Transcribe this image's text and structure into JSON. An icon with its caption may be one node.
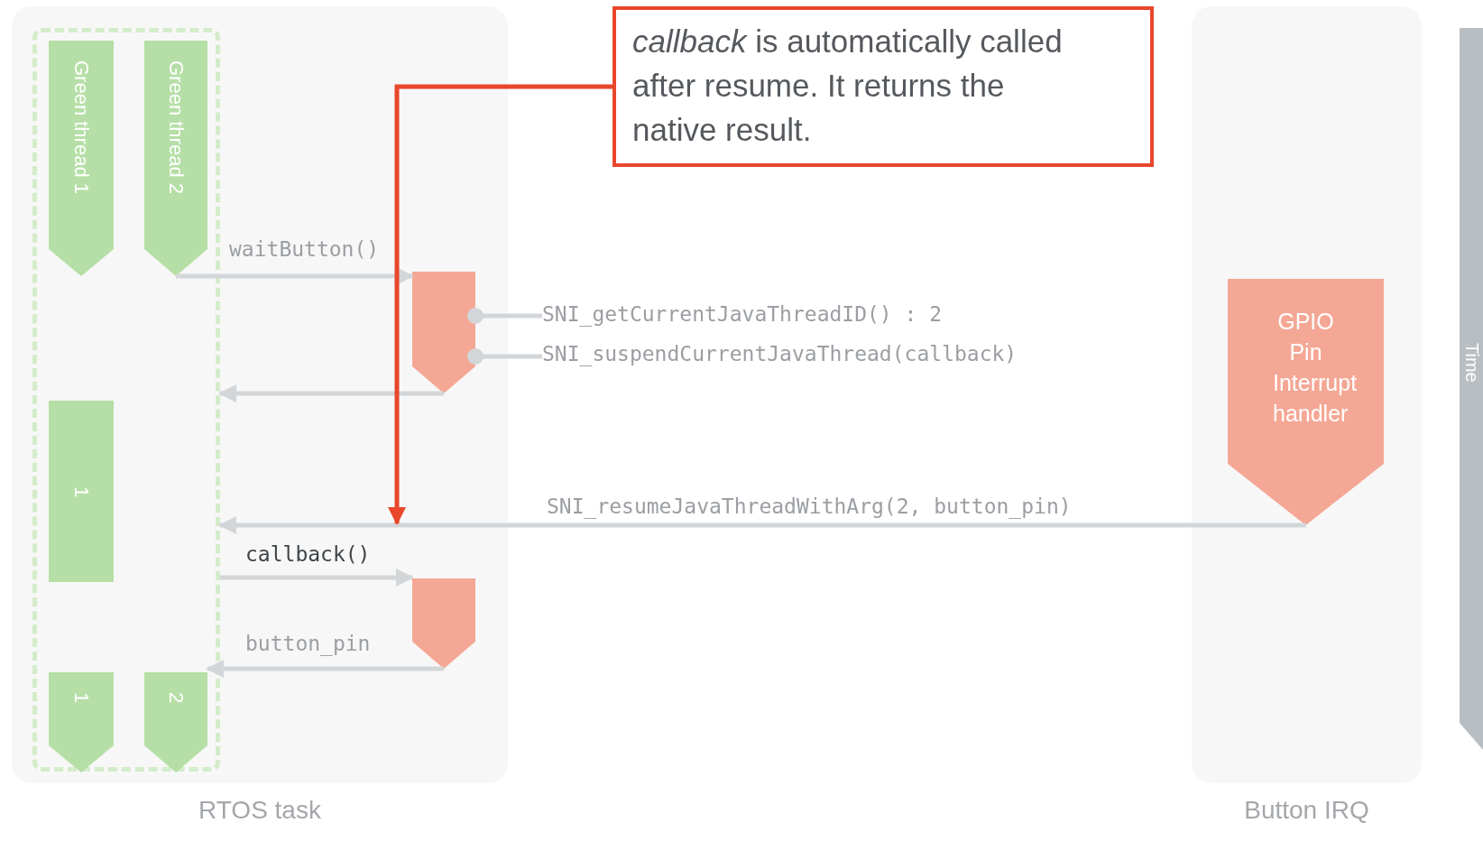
{
  "diagram": {
    "nodes": [
      {
        "text": [
          "RTOS task"
        ]
      },
      {
        "text": [],
        "shape": "box",
        "in": 0
      },
      {
        "text": [
          "Green thread 1"
        ],
        "in": 1
      },
      {
        "text": [
          "Green thread 2"
        ],
        "in": 1
      },
      {
        "text": [
          "1"
        ],
        "in": 1
      },
      {
        "text": [
          "1"
        ],
        "in": 1
      },
      {
        "text": [
          "2"
        ],
        "in": 1
      },
      {
        "text": [],
        "shape": "pentagon",
        "in": 0
      },
      {
        "text": [],
        "shape": "pentagon",
        "in": 0
      },
      {
        "text": [
          "Button IRQ"
        ]
      },
      {
        "text": [
          "GPIO Pin Interrupt handler"
        ],
        "in": 9
      },
      {
        "text": [
          "*callback* is automatically called after resume. It returns the native result."
        ]
      },
      {
        "text": [
          "SNI_getCurrentJavaThreadID() : 2"
        ]
      },
      {
        "text": [
          "SNI_suspendCurrentJavaThread(callback)"
        ]
      }
    ],
    "edges": [
      {
        "from": 3,
        "to": 7,
        "arrow": "to",
        "label": "waitButton()"
      },
      {
        "from": 7,
        "to": 1,
        "arrow": "to"
      },
      {
        "from": 12,
        "to": 7,
        "arrow": "other"
      },
      {
        "from": 13,
        "to": 7,
        "arrow": "other"
      },
      {
        "from": 10,
        "to": 1,
        "arrow": "to",
        "label": "SNI_resumeJavaThreadWithArg(2, button_pin)"
      },
      {
        "from": 11,
        "to": null,
        "arrow": "to",
        "color": "#e8472b"
      },
      {
        "from": 1,
        "to": 8,
        "arrow": "to",
        "label": "callback()"
      },
      {
        "from": 8,
        "to": 6,
        "arrow": "to",
        "label": "button_pin"
      }
    ],
    "labels": [
      "Time"
    ]
  }
}
